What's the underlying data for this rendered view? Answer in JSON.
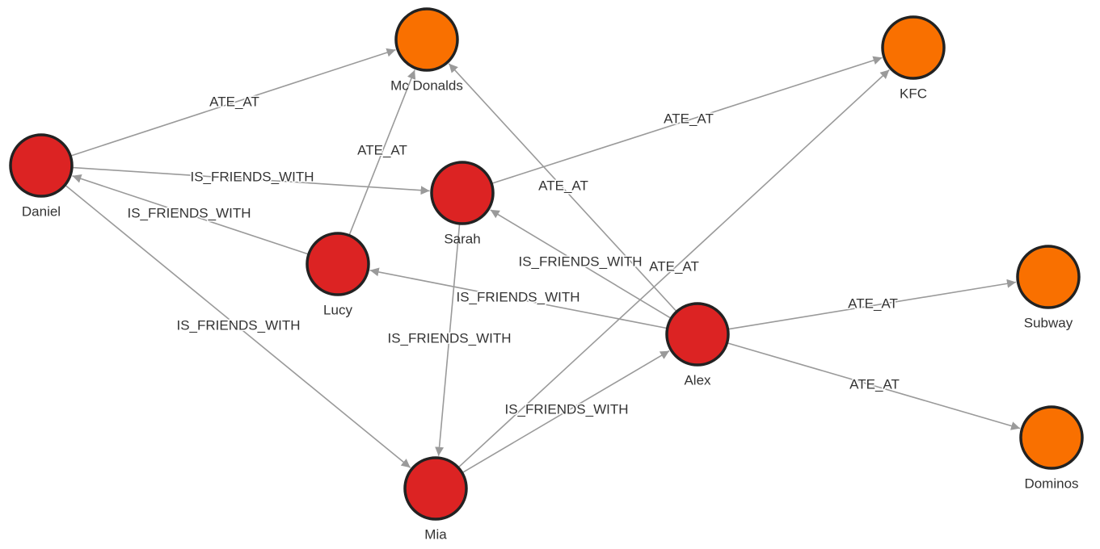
{
  "colors": {
    "person": "#dc2323",
    "restaurant": "#f97000",
    "edge": "#9a9a9a",
    "node_stroke": "#222222",
    "label": "#333333"
  },
  "nodes": [
    {
      "id": "daniel",
      "label": "Daniel",
      "type": "person"
    },
    {
      "id": "lucy",
      "label": "Lucy",
      "type": "person"
    },
    {
      "id": "sarah",
      "label": "Sarah",
      "type": "person"
    },
    {
      "id": "alex",
      "label": "Alex",
      "type": "person"
    },
    {
      "id": "mia",
      "label": "Mia",
      "type": "person"
    },
    {
      "id": "mcdonalds",
      "label": "Mc Donalds",
      "type": "restaurant"
    },
    {
      "id": "kfc",
      "label": "KFC",
      "type": "restaurant"
    },
    {
      "id": "subway",
      "label": "Subway",
      "type": "restaurant"
    },
    {
      "id": "dominos",
      "label": "Dominos",
      "type": "restaurant"
    }
  ],
  "edges": [
    {
      "from": "daniel",
      "to": "mcdonalds",
      "label": "ATE_AT"
    },
    {
      "from": "daniel",
      "to": "sarah",
      "label": "IS_FRIENDS_WITH"
    },
    {
      "from": "daniel",
      "to": "mia",
      "label": "IS_FRIENDS_WITH"
    },
    {
      "from": "lucy",
      "to": "daniel",
      "label": "IS_FRIENDS_WITH"
    },
    {
      "from": "lucy",
      "to": "mcdonalds",
      "label": "ATE_AT"
    },
    {
      "from": "sarah",
      "to": "kfc",
      "label": "ATE_AT"
    },
    {
      "from": "sarah",
      "to": "mia",
      "label": "IS_FRIENDS_WITH"
    },
    {
      "from": "alex",
      "to": "mcdonalds",
      "label": "ATE_AT"
    },
    {
      "from": "alex",
      "to": "sarah",
      "label": "IS_FRIENDS_WITH"
    },
    {
      "from": "alex",
      "to": "lucy",
      "label": "IS_FRIENDS_WITH"
    },
    {
      "from": "alex",
      "to": "subway",
      "label": "ATE_AT"
    },
    {
      "from": "alex",
      "to": "dominos",
      "label": "ATE_AT"
    },
    {
      "from": "mia",
      "to": "kfc",
      "label": "ATE_AT"
    },
    {
      "from": "mia",
      "to": "alex",
      "label": "IS_FRIENDS_WITH"
    }
  ]
}
